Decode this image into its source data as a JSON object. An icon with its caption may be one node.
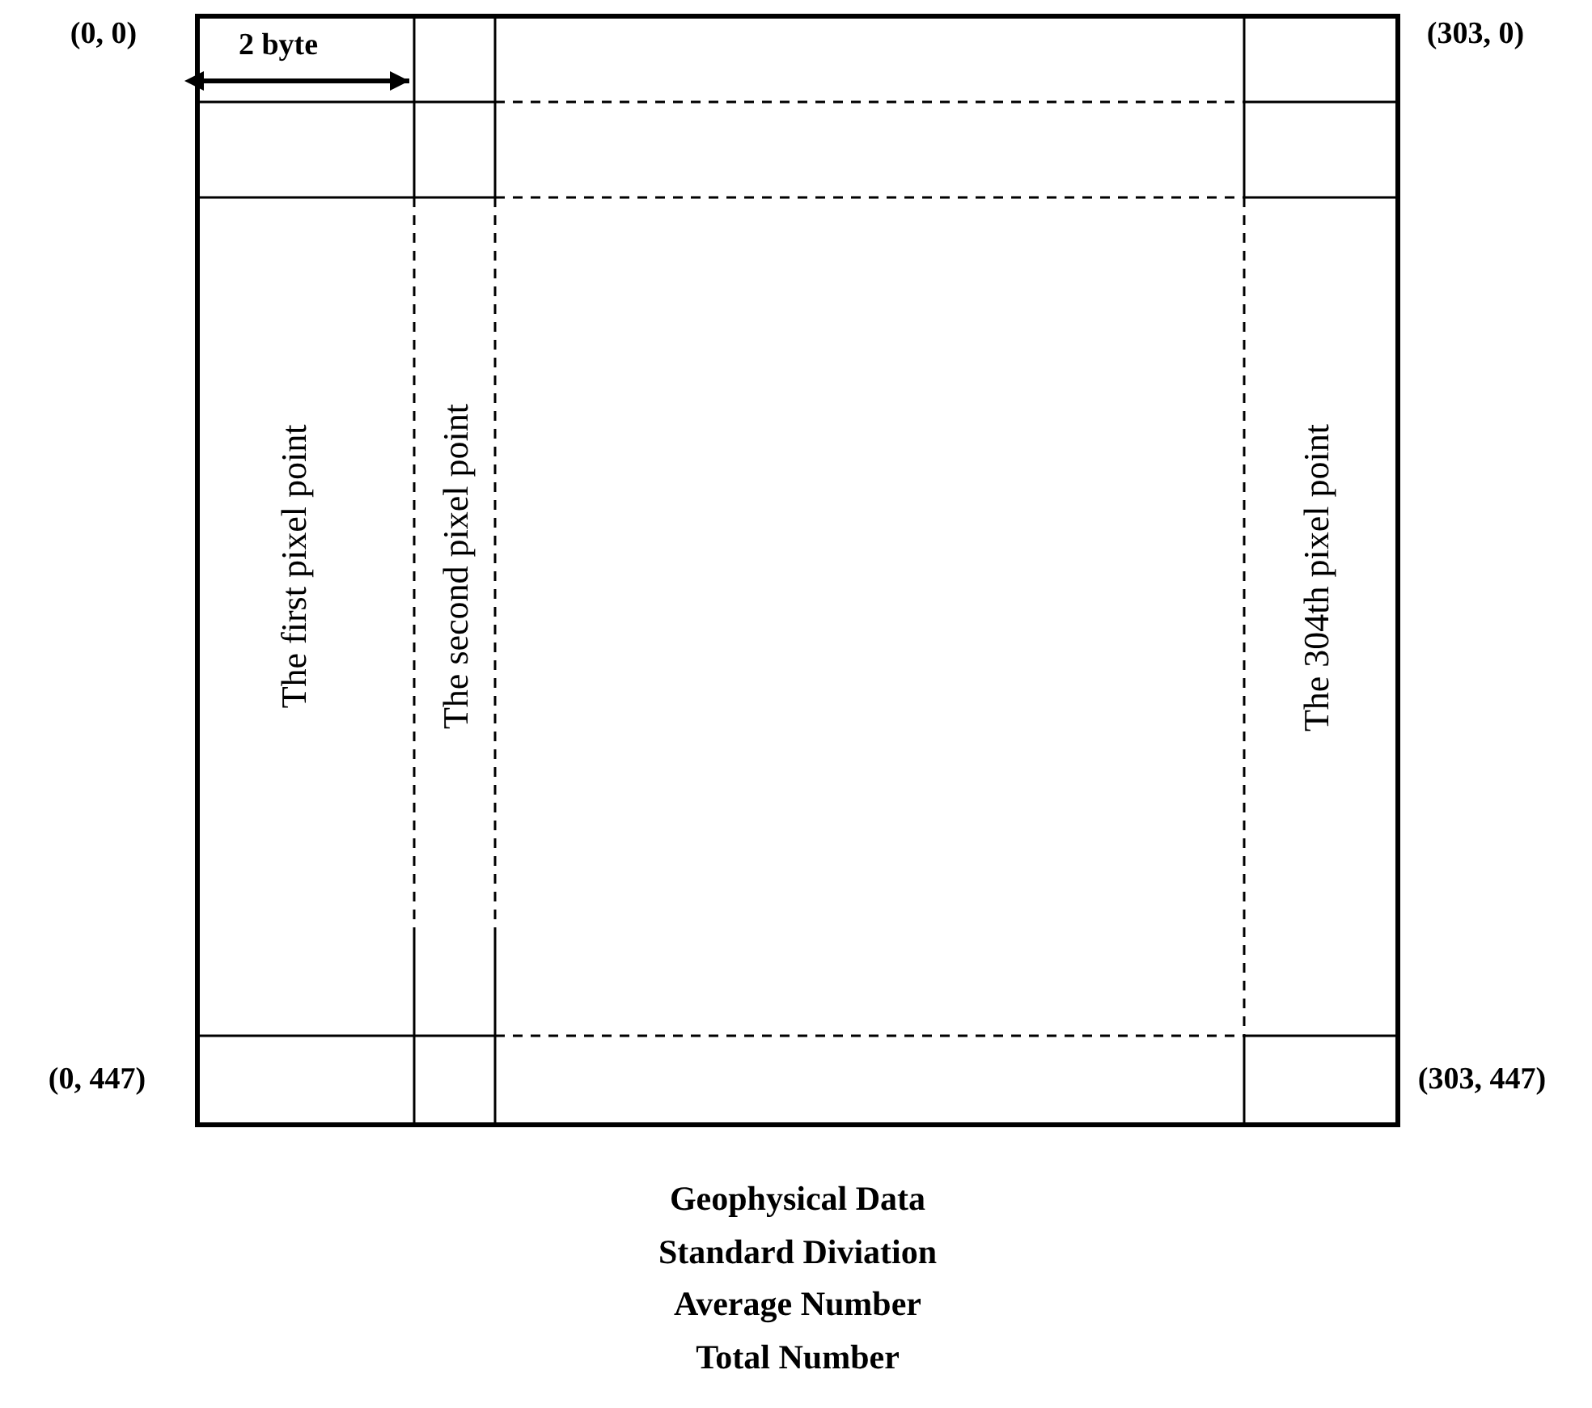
{
  "diagram": {
    "labels": [
      "(0, 0)",
      "2 byte",
      "(303, 0)",
      "The first pixel point",
      "The second pixel point",
      "The 304th pixel point",
      "(0, 447)",
      "(303, 447)",
      "Geophysical Data",
      "Standard Diviation",
      "Average Number",
      "Total Number"
    ]
  }
}
